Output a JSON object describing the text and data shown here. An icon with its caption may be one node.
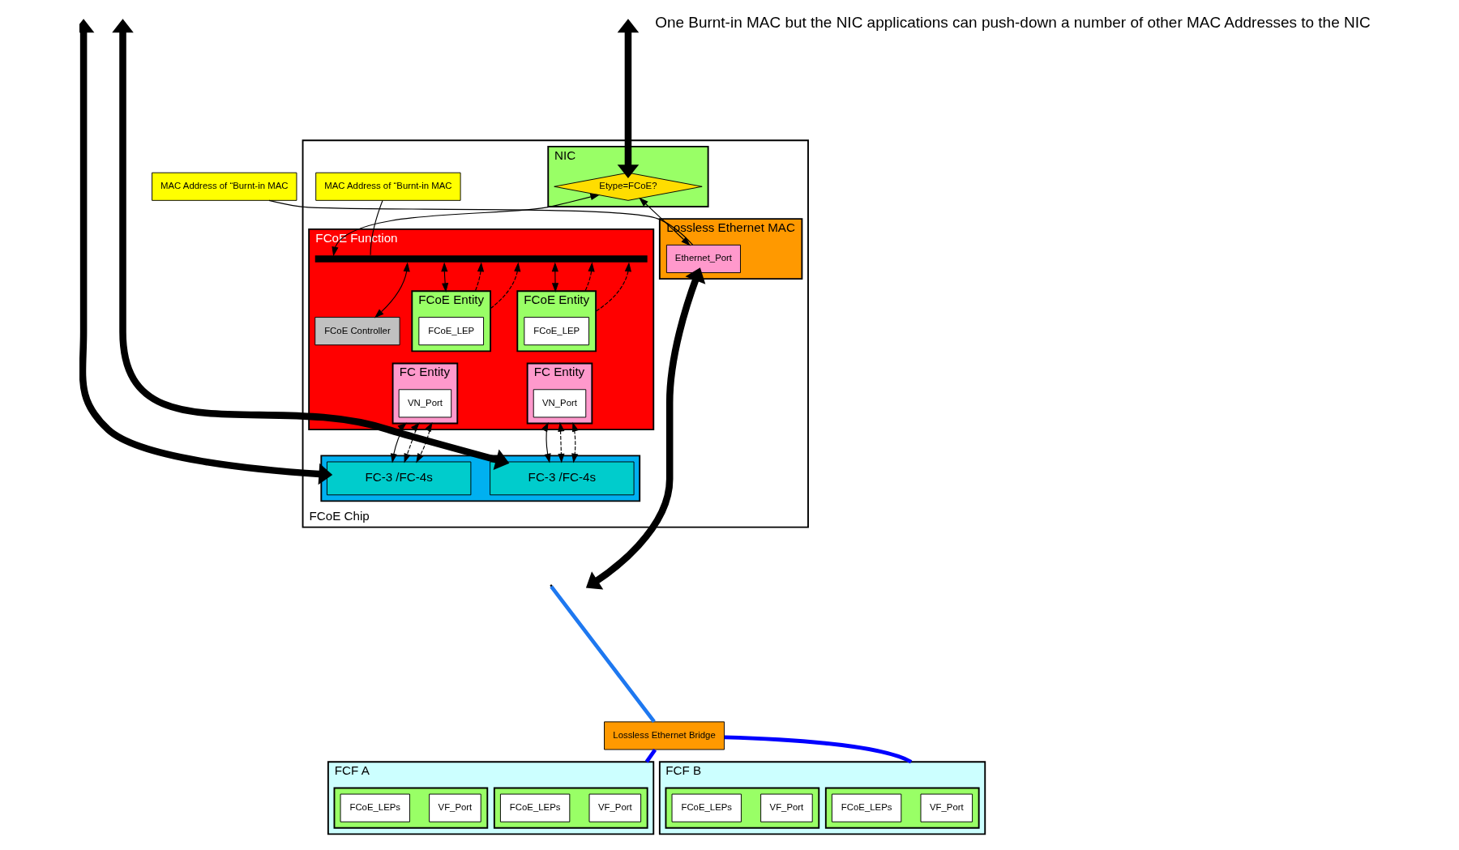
{
  "diagram": {
    "nodes": [
      {
        "text": [
          "FCoE Chip"
        ]
      },
      {
        "text": [
          "NIC"
        ],
        "in": 0
      },
      {
        "text": [
          "Etype=FCoE?"
        ],
        "in": 1
      },
      {
        "text": [
          "Lossless Ethernet MAC"
        ],
        "in": 0
      },
      {
        "text": [
          "Ethernet_Port"
        ],
        "in": 3
      },
      {
        "text": [
          "MAC Address of “Burnt-in MAC"
        ],
        "in": 0
      },
      {
        "text": [
          "FCoE Function"
        ],
        "in": 0
      },
      {
        "text": [
          "FCoE Entity"
        ],
        "in": 6
      },
      {
        "text": [
          "FCoE_LEP"
        ],
        "in": 7
      },
      {
        "text": [
          "FC Entity"
        ],
        "in": 6
      },
      {
        "text": [
          "VN_Port"
        ],
        "in": 9
      },
      {
        "text": [
          "FCoE Controller"
        ],
        "in": 6
      },
      {
        "text": [
          "FCoE Entity"
        ],
        "in": 6
      },
      {
        "text": [
          "FCoE_LEP"
        ],
        "in": 12
      },
      {
        "text": [
          "FC Entity"
        ],
        "in": 6
      },
      {
        "text": [
          "VN_Port"
        ],
        "in": 14
      },
      {
        "text": [],
        "shape": "box",
        "in": 0
      },
      {
        "text": [
          "FC-3 /FC-4s"
        ],
        "in": 16
      },
      {
        "text": [
          "FC-3 /FC-4s"
        ],
        "in": 16
      },
      {
        "text": [],
        "shape": "bar",
        "in": 6
      },
      {
        "text": [
          "MAC Address of “Burnt-in MAC"
        ]
      },
      {
        "text": [
          "Lossless Ethernet Bridge"
        ]
      },
      {
        "text": [
          "FCF A"
        ]
      },
      {
        "text": [],
        "shape": "box",
        "in": 22
      },
      {
        "text": [
          "VF_Port"
        ],
        "in": 23
      },
      {
        "text": [
          "FCoE_LEPs"
        ],
        "in": 23
      },
      {
        "text": [],
        "shape": "box",
        "in": 22
      },
      {
        "text": [
          "VF_Port"
        ],
        "in": 26
      },
      {
        "text": [
          "FCoE_LEPs"
        ],
        "in": 26
      },
      {
        "text": [
          "FCF B"
        ]
      },
      {
        "text": [],
        "shape": "box",
        "in": 29
      },
      {
        "text": [
          "VF_Port"
        ],
        "in": 30
      },
      {
        "text": [
          "FCoE_LEPs"
        ],
        "in": 30
      },
      {
        "text": [],
        "shape": "box",
        "in": 29
      },
      {
        "text": [
          "VF_Port"
        ],
        "in": 33
      },
      {
        "text": [
          "FCoE_LEPs"
        ],
        "in": 33
      }
    ],
    "edges": [
      {
        "from": null,
        "to": 2,
        "arrow": "both",
        "style": "thick"
      },
      {
        "from": 2,
        "to": 19,
        "arrow": "both"
      },
      {
        "from": 2,
        "to": 4,
        "arrow": "both"
      },
      {
        "from": 4,
        "to": null,
        "arrow": "both",
        "style": "thick"
      },
      {
        "from": 5,
        "to": 19,
        "arrow": "none"
      },
      {
        "from": 20,
        "to": 4,
        "arrow": "none"
      },
      {
        "from": 19,
        "to": 11,
        "arrow": "both"
      },
      {
        "from": 19,
        "to": 7,
        "arrow": "both"
      },
      {
        "from": 7,
        "to": 19,
        "arrow": "to",
        "style": "dashed"
      },
      {
        "from": 7,
        "to": 19,
        "arrow": "to",
        "style": "dashed"
      },
      {
        "from": 9,
        "to": 17,
        "arrow": "both"
      },
      {
        "from": 9,
        "to": 17,
        "arrow": "both",
        "style": "dashed"
      },
      {
        "from": 9,
        "to": 17,
        "arrow": "both",
        "style": "dashed"
      },
      {
        "from": 19,
        "to": 12,
        "arrow": "both"
      },
      {
        "from": 12,
        "to": 19,
        "arrow": "to",
        "style": "dashed"
      },
      {
        "from": 12,
        "to": 19,
        "arrow": "to",
        "style": "dashed"
      },
      {
        "from": 14,
        "to": 18,
        "arrow": "both"
      },
      {
        "from": 14,
        "to": 18,
        "arrow": "both",
        "style": "dashed"
      },
      {
        "from": 14,
        "to": 18,
        "arrow": "both",
        "style": "dashed"
      },
      {
        "from": null,
        "to": 17,
        "arrow": "both",
        "style": "thick"
      },
      {
        "from": null,
        "to": 18,
        "arrow": "both",
        "style": "thick"
      },
      {
        "from": null,
        "to": 21,
        "arrow": "none",
        "style": "thick",
        "color": "#1e78f0"
      },
      {
        "from": 21,
        "to": 22,
        "arrow": "none",
        "style": "thick",
        "color": "#0000ff"
      },
      {
        "from": 21,
        "to": 29,
        "arrow": "none",
        "style": "thick",
        "color": "#0000ff"
      }
    ],
    "labels": [
      "One Burnt-in MAC but the NIC applications can push-down a number of other MAC Addresses to the NIC"
    ]
  }
}
